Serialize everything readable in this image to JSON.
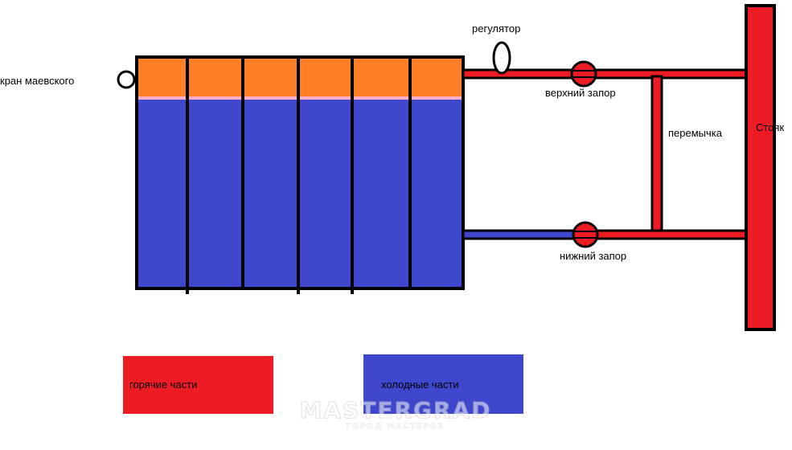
{
  "labels": {
    "kran": "кран маевского",
    "regulator": "регулятор",
    "upper_valve": "верхний запор",
    "bypass": "перемычка",
    "riser": "Стояк",
    "lower_valve": "нижний запор"
  },
  "legend": {
    "hot": "горячие части",
    "cold": "холодные части"
  },
  "watermark": {
    "name": "MASTERGRAD",
    "tagline": "ГОРОД МАСТЕРОВ"
  },
  "colors": {
    "hot": "#ED1C24",
    "cold": "#3F48CC",
    "warm": "#FF7F27",
    "seam": "#FFAEC9",
    "outline": "#000000"
  }
}
